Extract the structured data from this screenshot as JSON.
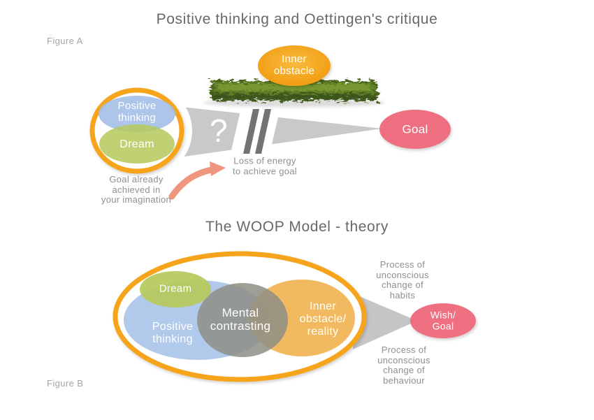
{
  "figureA": {
    "label": "Figure A",
    "title": "Positive thinking and Oettingen's critique",
    "positive_thinking": "Positive\nthinking",
    "dream": "Dream",
    "inner_obstacle": "Inner\nobstacle",
    "goal": "Goal",
    "question_mark": "?",
    "loss_text": "Loss of energy\nto achieve goal",
    "imagination_text": "Goal already\nachieved in\nyour imagination"
  },
  "figureB": {
    "label": "Figure B",
    "title": "The WOOP Model - theory",
    "dream": "Dream",
    "positive_thinking": "Positive\nthinking",
    "mental_contrasting": "Mental\ncontrasting",
    "inner_obstacle": "Inner\nobstacle/\nreality",
    "wish_goal": "Wish/\nGoal",
    "habits_text": "Process of\nunconscious\nchange of\nhabits",
    "behaviour_text": "Process of\nunconscious\nchange of\nbehaviour"
  },
  "colors": {
    "orange": "#F5A41E",
    "orange_fill": "#F0B14A",
    "blue": "#A3BFE6",
    "green": "#B5C95A",
    "gray_ellipse": "#8E8E86",
    "pink": "#EE7080",
    "beam_gray": "#C9C9C9",
    "slash_gray": "#73736F",
    "arrow_salmon": "#EF967E",
    "hedge_dark": "#4A651F",
    "hedge_mid": "#5F7E28",
    "hedge_light": "#7D9C33",
    "title_gray": "#686868",
    "annotation_gray": "#8F8F8F"
  }
}
